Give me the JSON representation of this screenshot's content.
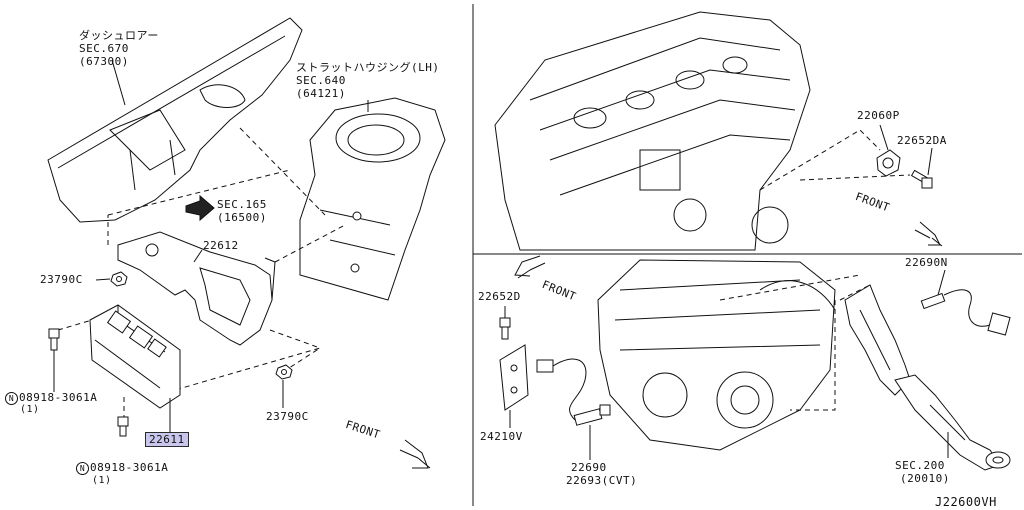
{
  "diagram_id": "J22600VH",
  "labels": {
    "dash_lower_jp": "ダッシュロアー",
    "dash_lower_sec": "SEC.670",
    "dash_lower_part": "(67300)",
    "strut_housing_jp": "ストラットハウジング(LH)",
    "strut_housing_sec": "SEC.640",
    "strut_housing_part": "(64121)",
    "sec165": "SEC.165",
    "sec165_part": "(16500)",
    "bracket": "22612",
    "nut_upper": "23790C",
    "nut_lower": "23790C",
    "ecm": "22611",
    "bolt_upper_code": "08918-3061A",
    "bolt_upper_qty": "(1)",
    "bolt_lower_code": "08918-3061A",
    "bolt_lower_qty": "(1)",
    "front_left": "FRONT",
    "sensor_top": "22060P",
    "bolt_top": "22652DA",
    "front_top": "FRONT",
    "front_mid": "FRONT",
    "bolt_mid": "22652D",
    "bracket_mid": "24210V",
    "o2_rear": "22690",
    "o2_rear_cvt": "22693(CVT)",
    "o2_front": "22690N",
    "sec200": "SEC.200",
    "sec200_part": "(20010)",
    "circle_n": "N"
  },
  "colors": {
    "highlight": "#c9c6ee",
    "line": "#111111"
  }
}
